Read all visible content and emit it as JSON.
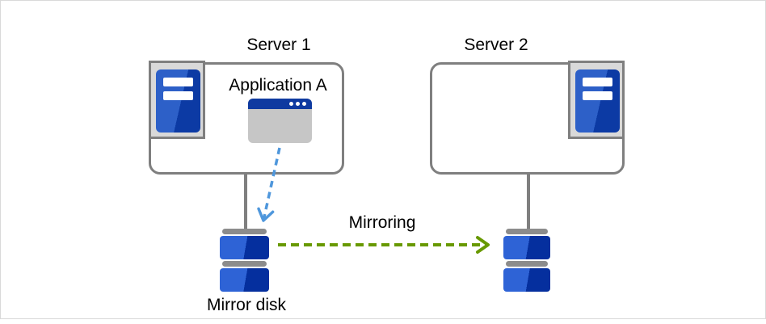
{
  "diagram": {
    "servers": [
      {
        "label": "Server 1",
        "icon": "server-tower-icon"
      },
      {
        "label": "Server 2",
        "icon": "server-tower-icon"
      }
    ],
    "application": {
      "label": "Application A",
      "icon": "app-window-icon"
    },
    "disks": [
      {
        "label": "Mirror disk",
        "icon": "disk-stack-icon"
      },
      {
        "label": "",
        "icon": "disk-stack-icon"
      }
    ],
    "arrows": [
      {
        "name": "app-to-disk-arrow",
        "style": "dashed",
        "color": "#4f97dc"
      },
      {
        "name": "mirroring-arrow",
        "label": "Mirroring",
        "style": "dashed",
        "color": "#689900"
      }
    ],
    "colors": {
      "frame_border": "#d9d9d9",
      "box_border": "#7f7f7f",
      "icon_panel_bg": "#d9d9d9",
      "server_blue_light": "#2d60c8",
      "server_blue_dark": "#0c3aa4",
      "disk_blue_light": "#2e63d6",
      "disk_blue_dark": "#052f9e",
      "disk_cap_gray": "#8c8c8c",
      "window_titlebar_blue": "#0f3aa0",
      "window_body_gray": "#c6c6c6",
      "connector_gray": "#7f7f7f",
      "text": "#000000"
    }
  }
}
